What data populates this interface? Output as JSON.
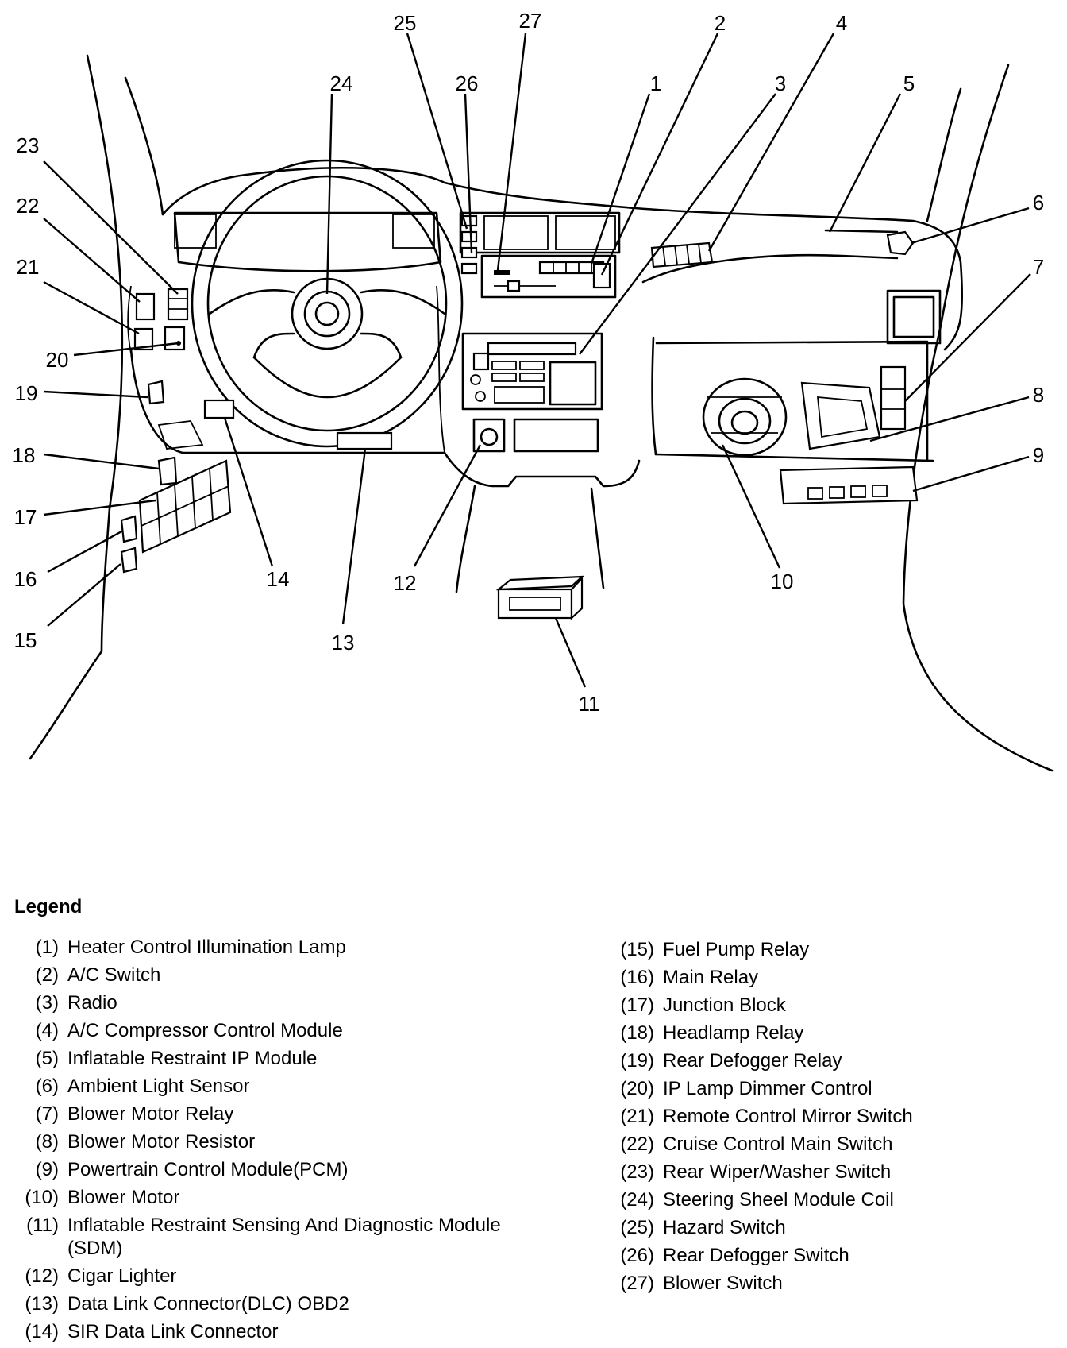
{
  "callouts": [
    "1",
    "2",
    "3",
    "4",
    "5",
    "6",
    "7",
    "8",
    "9",
    "10",
    "11",
    "12",
    "13",
    "14",
    "15",
    "16",
    "17",
    "18",
    "19",
    "20",
    "21",
    "22",
    "23",
    "24",
    "25",
    "26",
    "27"
  ],
  "legend": {
    "title": "Legend",
    "left": [
      {
        "num": "(1)",
        "text": "Heater Control Illumination Lamp"
      },
      {
        "num": "(2)",
        "text": "A/C Switch"
      },
      {
        "num": "(3)",
        "text": "Radio"
      },
      {
        "num": "(4)",
        "text": "A/C Compressor Control Module"
      },
      {
        "num": "(5)",
        "text": "Inflatable Restraint IP Module"
      },
      {
        "num": "(6)",
        "text": "Ambient Light Sensor"
      },
      {
        "num": "(7)",
        "text": "Blower Motor Relay"
      },
      {
        "num": "(8)",
        "text": "Blower Motor Resistor"
      },
      {
        "num": "(9)",
        "text": "Powertrain Control Module(PCM)"
      },
      {
        "num": "(10)",
        "text": "Blower Motor"
      },
      {
        "num": "(11)",
        "text": "Inflatable Restraint Sensing And Diagnostic Module (SDM)"
      },
      {
        "num": "(12)",
        "text": "Cigar Lighter"
      },
      {
        "num": "(13)",
        "text": "Data Link Connector(DLC) OBD2"
      },
      {
        "num": "(14)",
        "text": "SIR Data Link Connector"
      }
    ],
    "right": [
      {
        "num": "(15)",
        "text": "Fuel Pump Relay"
      },
      {
        "num": "(16)",
        "text": "Main Relay"
      },
      {
        "num": "(17)",
        "text": "Junction Block"
      },
      {
        "num": "(18)",
        "text": "Headlamp Relay"
      },
      {
        "num": "(19)",
        "text": "Rear Defogger Relay"
      },
      {
        "num": "(20)",
        "text": "IP Lamp Dimmer Control"
      },
      {
        "num": "(21)",
        "text": "Remote Control Mirror Switch"
      },
      {
        "num": "(22)",
        "text": "Cruise Control Main Switch"
      },
      {
        "num": "(23)",
        "text": "Rear Wiper/Washer Switch"
      },
      {
        "num": "(24)",
        "text": "Steering Sheel Module Coil"
      },
      {
        "num": "(25)",
        "text": "Hazard Switch"
      },
      {
        "num": "(26)",
        "text": "Rear Defogger Switch"
      },
      {
        "num": "(27)",
        "text": "Blower Switch"
      }
    ]
  }
}
